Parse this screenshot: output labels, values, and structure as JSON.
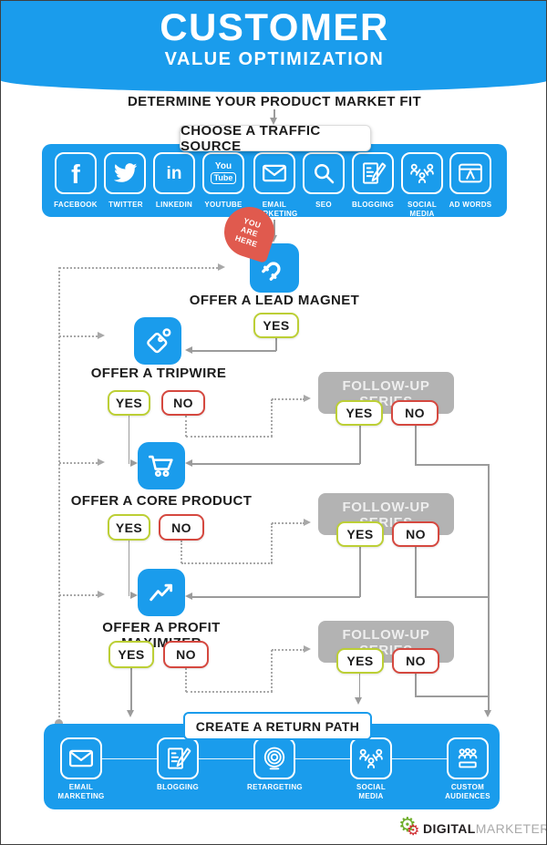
{
  "colors": {
    "blue": "#1A9CEC",
    "pin_red": "#E05A4E",
    "yes_green": "#BCCF35",
    "no_red": "#D5483F",
    "followup_gray": "#B3B3B3",
    "line_gray": "#9B9B9B"
  },
  "header": {
    "title": "CUSTOMER",
    "subtitle": "VALUE OPTIMIZATION"
  },
  "steps": {
    "determine": "DETERMINE YOUR PRODUCT MARKET FIT",
    "choose_traffic_source": "CHOOSE A TRAFFIC SOURCE",
    "you_are_here": "YOU\nARE\nHERE",
    "lead_magnet": {
      "label": "OFFER A LEAD MAGNET",
      "yes": "YES",
      "icon": "magnet-icon"
    },
    "tripwire": {
      "label": "OFFER A TRIPWIRE",
      "yes": "YES",
      "no": "NO",
      "icon": "price-tag-icon"
    },
    "core_product": {
      "label": "OFFER A CORE PRODUCT",
      "yes": "YES",
      "no": "NO",
      "icon": "shopping-cart-icon"
    },
    "profit_maximizer": {
      "label": "OFFER A PROFIT MAXIMIZER",
      "yes": "YES",
      "no": "NO",
      "icon": "growth-chart-icon"
    },
    "followups": [
      {
        "label": "FOLLOW-UP SERIES",
        "yes": "YES",
        "no": "NO"
      },
      {
        "label": "FOLLOW-UP SERIES",
        "yes": "YES",
        "no": "NO"
      },
      {
        "label": "FOLLOW-UP SERIES",
        "yes": "YES",
        "no": "NO"
      }
    ],
    "return_path": "CREATE A RETURN PATH"
  },
  "traffic_sources": [
    {
      "label": "FACEBOOK",
      "icon": "facebook-icon",
      "glyph": "f"
    },
    {
      "label": "TWITTER",
      "icon": "twitter-icon"
    },
    {
      "label": "LINKEDIN",
      "icon": "linkedin-icon",
      "glyph": "in"
    },
    {
      "label": "YOUTUBE",
      "icon": "youtube-icon",
      "glyph_top": "You",
      "glyph_bottom": "Tube"
    },
    {
      "label": "EMAIL\nMARKETING",
      "icon": "email-icon"
    },
    {
      "label": "SEO",
      "icon": "seo-magnifier-icon"
    },
    {
      "label": "BLOGGING",
      "icon": "blogging-icon"
    },
    {
      "label": "SOCIAL\nMEDIA",
      "icon": "social-media-icon"
    },
    {
      "label": "AD WORDS",
      "icon": "adwords-icon"
    }
  ],
  "return_channels": [
    {
      "label": "EMAIL\nMARKETING",
      "icon": "email-icon"
    },
    {
      "label": "BLOGGING",
      "icon": "blogging-icon"
    },
    {
      "label": "RETARGETING",
      "icon": "retargeting-icon"
    },
    {
      "label": "SOCIAL\nMEDIA",
      "icon": "social-media-icon"
    },
    {
      "label": "CUSTOM\nAUDIENCES",
      "icon": "custom-audiences-icon"
    }
  ],
  "branding": {
    "name_bold": "DIGITAL",
    "name_light": "MARKETER"
  }
}
